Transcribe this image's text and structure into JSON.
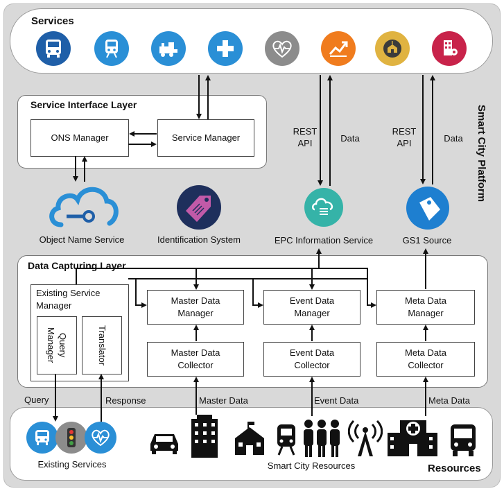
{
  "services": {
    "title": "Services",
    "icons": [
      {
        "name": "bus-icon",
        "color": "#1f5fa8"
      },
      {
        "name": "train-icon",
        "color": "#2a8fd6"
      },
      {
        "name": "steam-train-icon",
        "color": "#2a8fd6"
      },
      {
        "name": "medical-cross-icon",
        "color": "#2a8fd6"
      },
      {
        "name": "heartbeat-icon",
        "color": "#8c8c8c"
      },
      {
        "name": "growth-chart-icon",
        "color": "#f07c1e"
      },
      {
        "name": "school-icon",
        "color": "#e0b341"
      },
      {
        "name": "city-location-icon",
        "color": "#c8234a"
      }
    ]
  },
  "platform_label": "Smart City Platform",
  "service_interface": {
    "title": "Service Interface Layer",
    "ons_manager": "ONS Manager",
    "service_manager": "Service Manager"
  },
  "middle": {
    "object_name_service": "Object Name Service",
    "identification_system": "Identification System",
    "epc_information_service": "EPC Information Service",
    "gs1_source": "GS1 Source",
    "rest_api_1": "REST\nAPI",
    "data_1": "Data",
    "rest_api_2": "REST\nAPI",
    "data_2": "Data"
  },
  "data_capturing": {
    "title": "Data Capturing Layer",
    "existing_service_manager": "Existing Service Manager",
    "query_manager": "Query Manager",
    "translator": "Translator",
    "master_data_manager": "Master Data Manager",
    "event_data_manager": "Event Data Manager",
    "meta_data_manager": "Meta Data Manager",
    "master_data_collector": "Master Data Collector",
    "event_data_collector": "Event Data Collector",
    "meta_data_collector": "Meta Data Collector"
  },
  "flows": {
    "query": "Query",
    "response": "Response",
    "master_data": "Master Data",
    "event_data": "Event Data",
    "meta_data": "Meta Data"
  },
  "resources": {
    "title": "Resources",
    "existing_services": "Existing Services",
    "smart_city_resources": "Smart City Resources"
  }
}
